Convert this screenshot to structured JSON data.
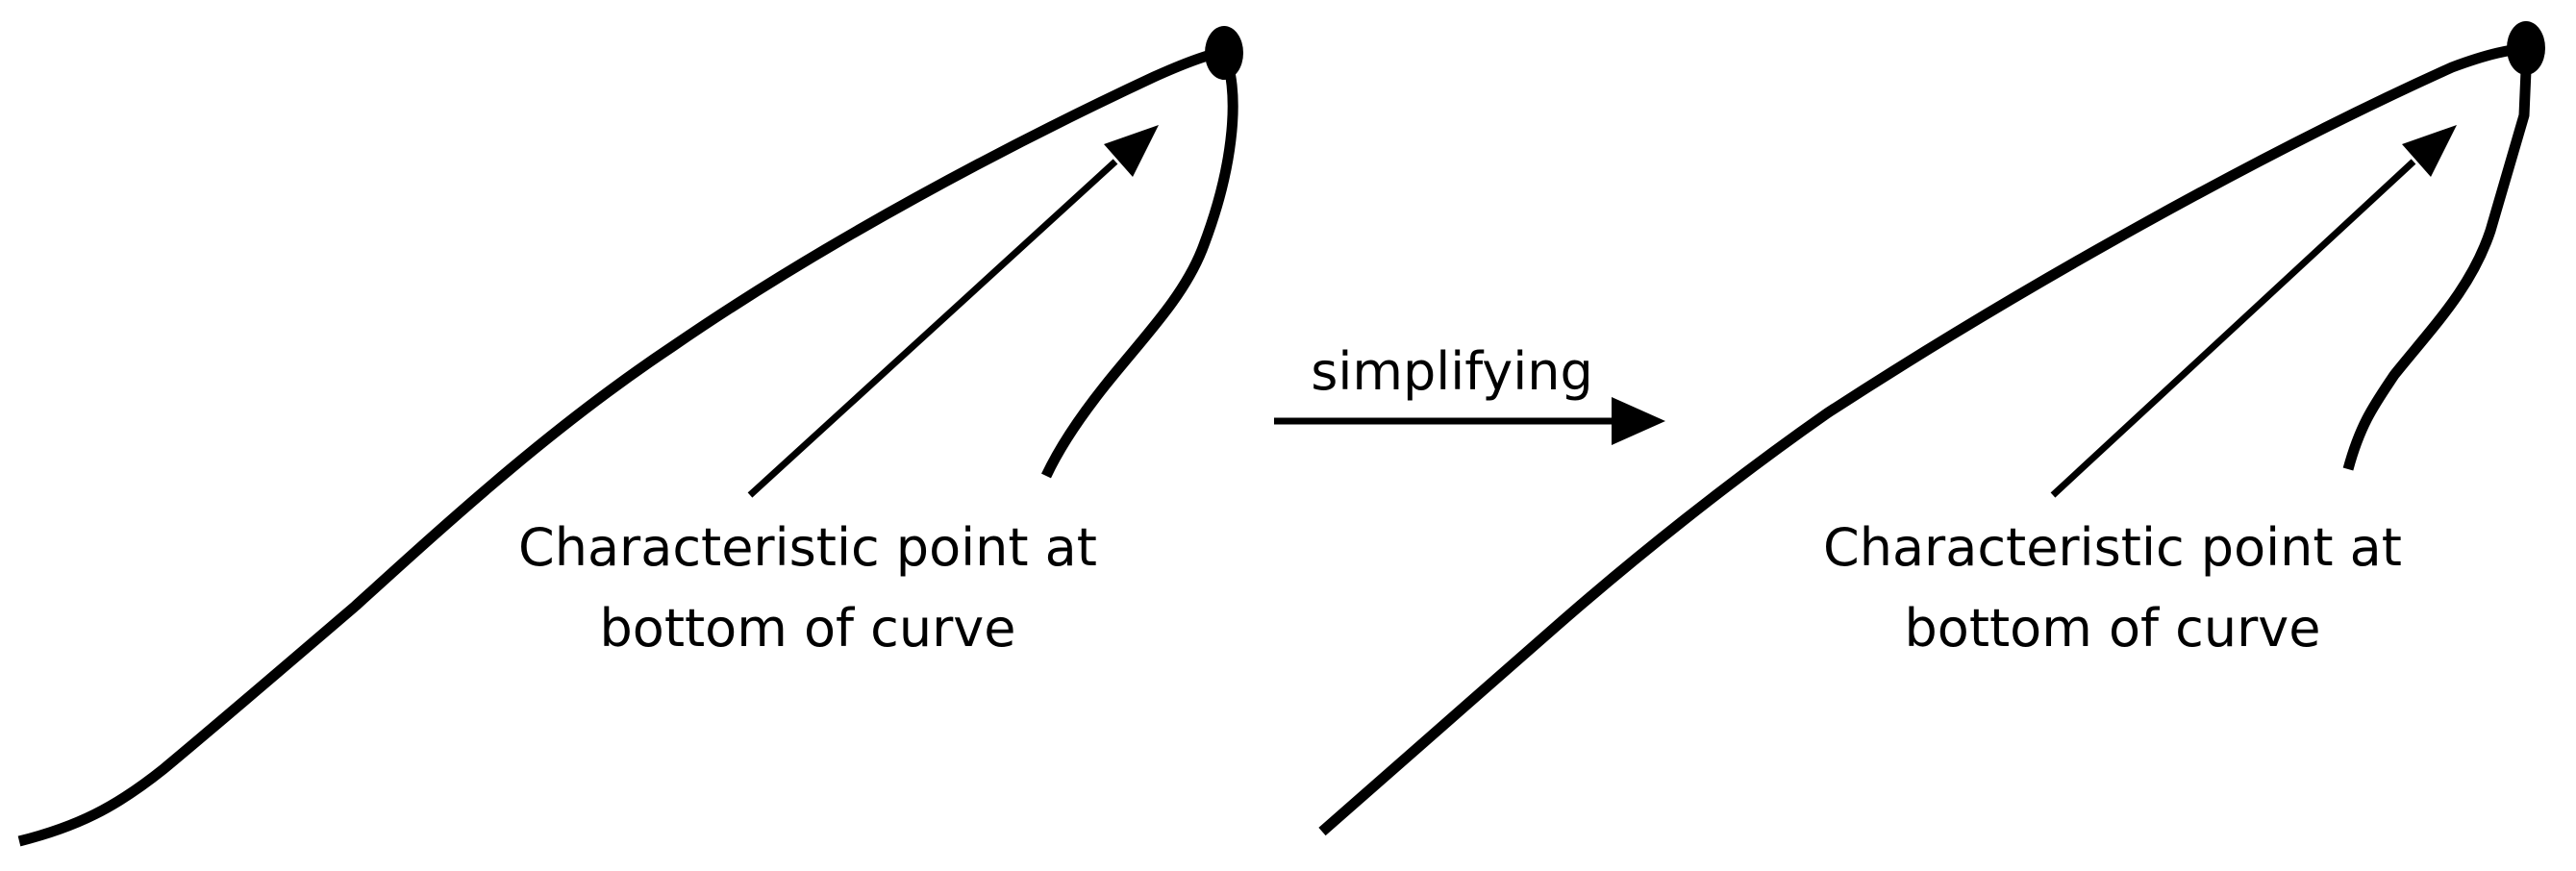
{
  "left_panel": {
    "caption_line1": "Characteristic point at",
    "caption_line2": "bottom of curve"
  },
  "transition": {
    "label": "simplifying"
  },
  "right_panel": {
    "caption_line1": "Characteristic point at",
    "caption_line2": "bottom of curve"
  },
  "colors": {
    "stroke": "#000000",
    "background": "#ffffff"
  }
}
